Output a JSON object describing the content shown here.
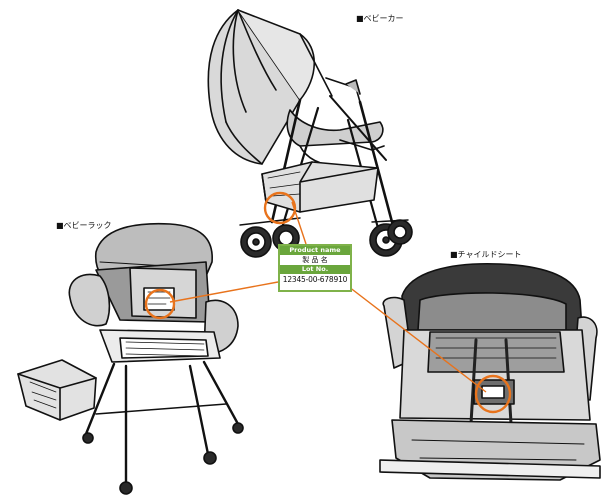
{
  "captions": {
    "stroller": "■ベビーカー",
    "baby_rack": "■ベビーラック",
    "child_seat": "■チャイルドシート"
  },
  "product_label": {
    "name_header": "Product name",
    "name_value": "製 品 名",
    "lot_header": "Lot No.",
    "lot_value": "12345-00-678910"
  },
  "colors": {
    "callout_line": "#e8731c",
    "label_border": "#7fb24a",
    "label_band": "#6aa63c"
  }
}
